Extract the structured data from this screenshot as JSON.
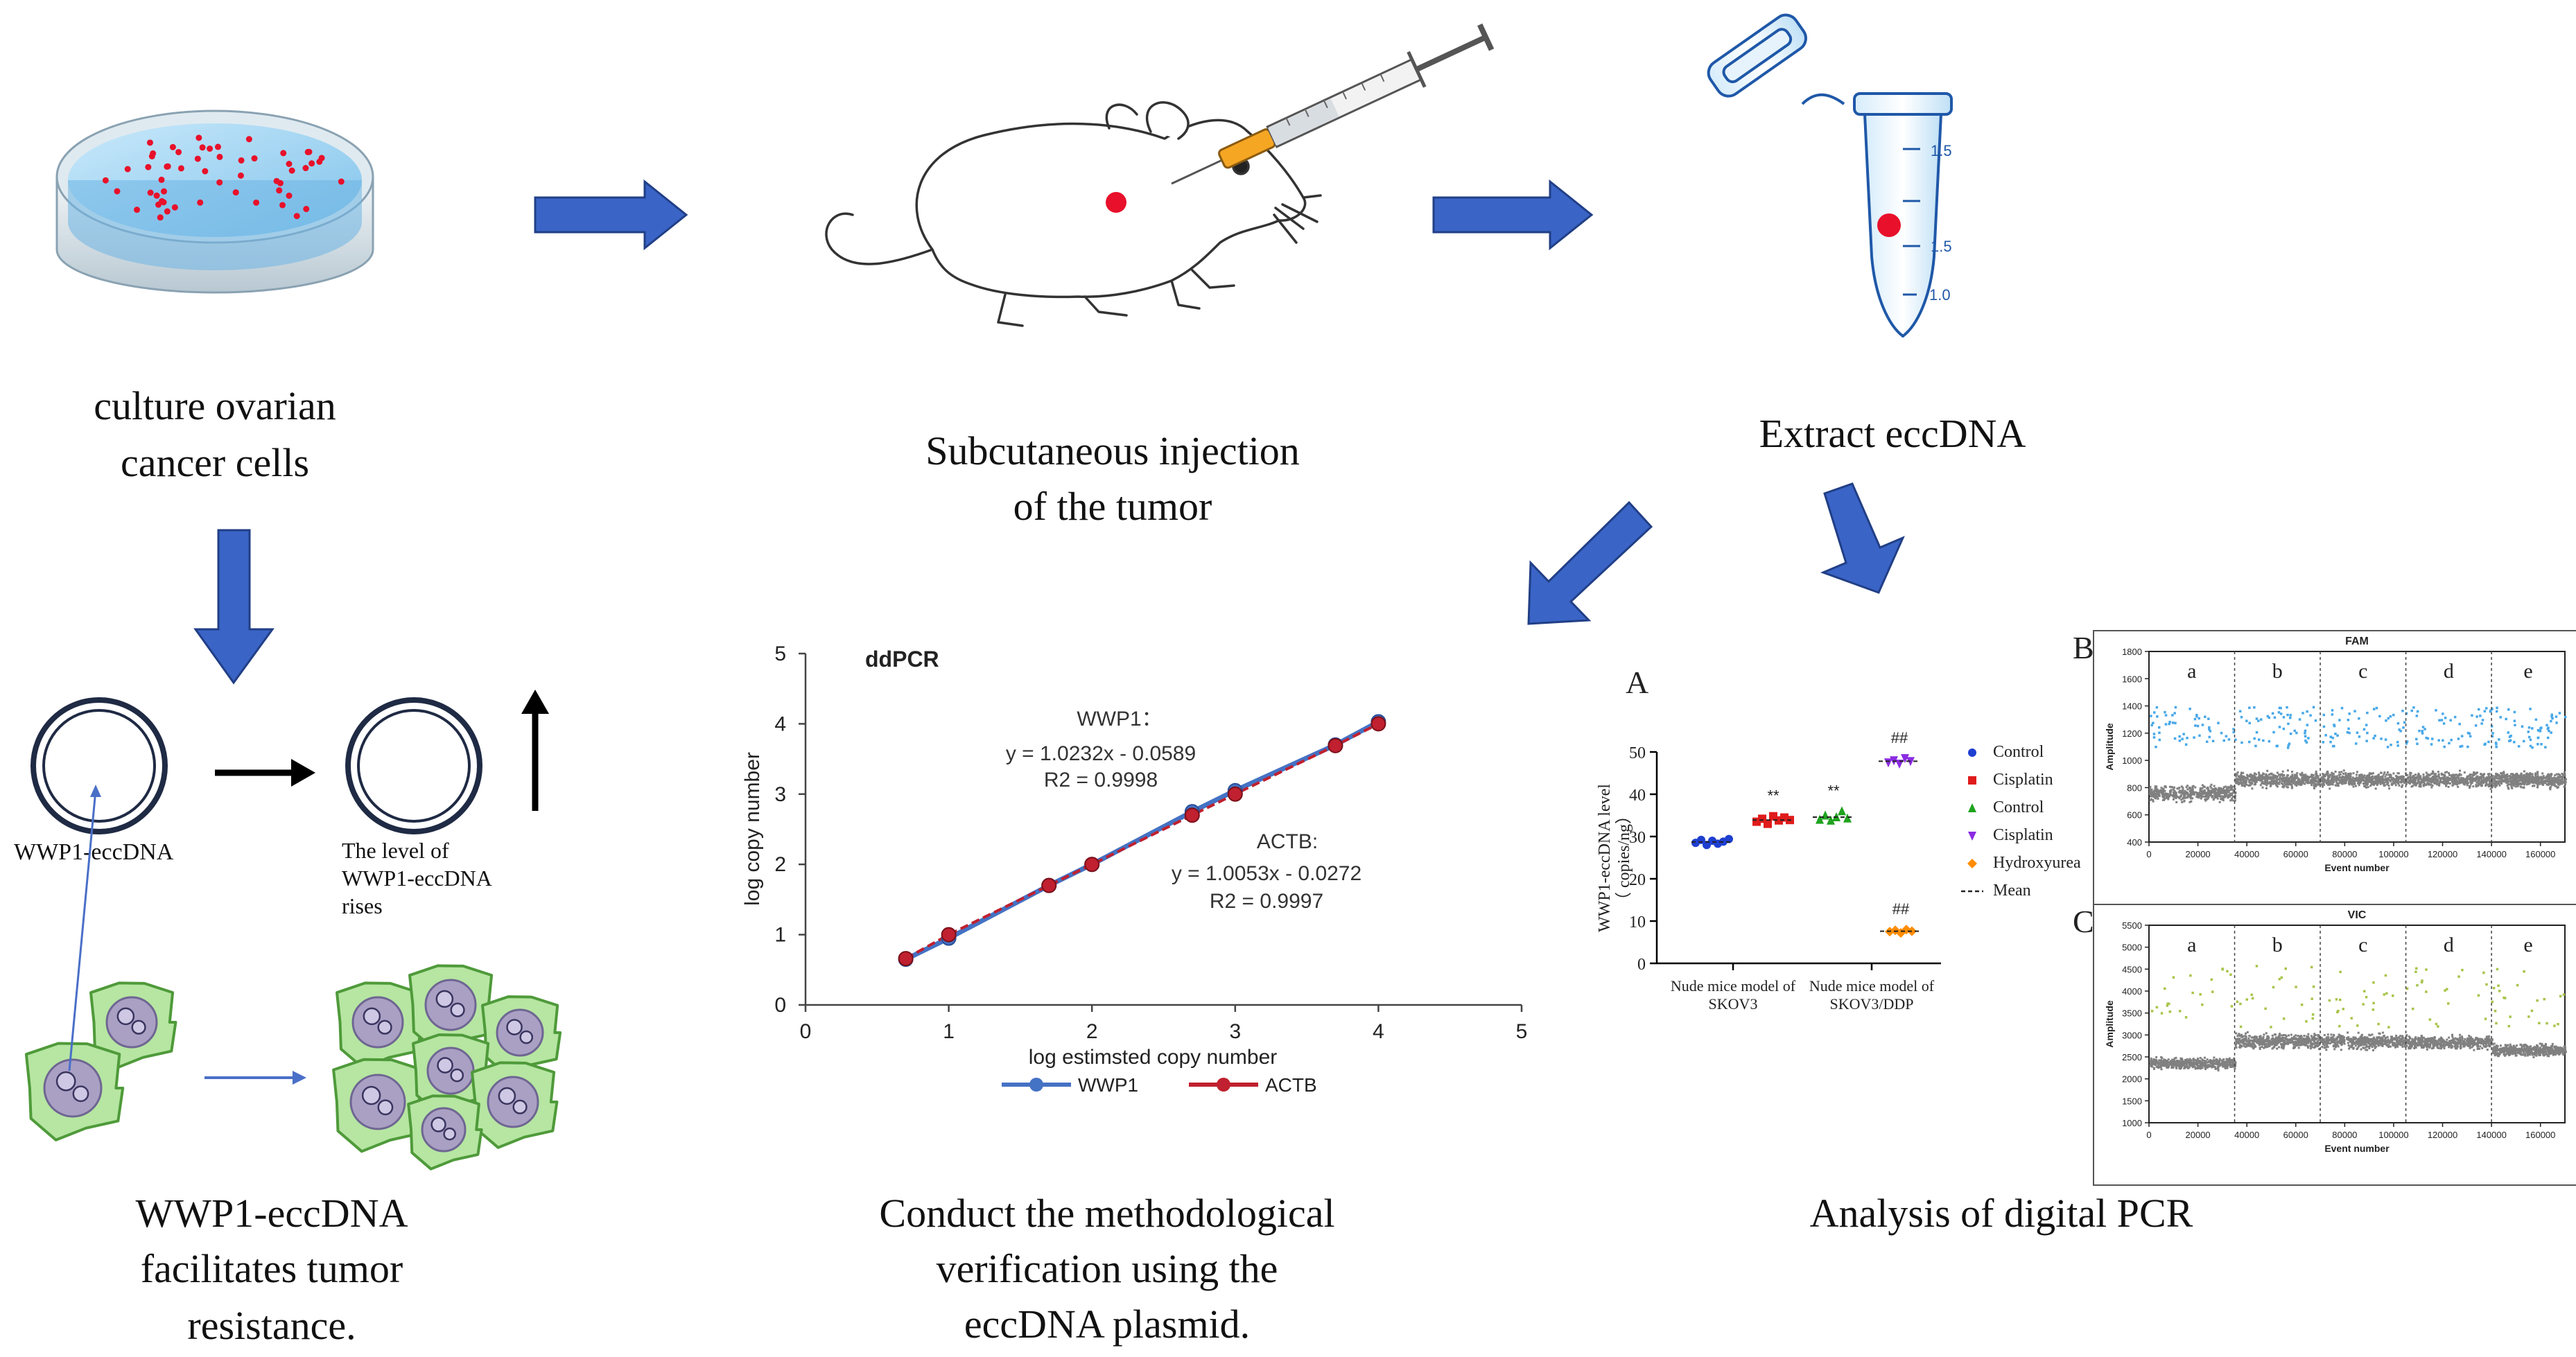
{
  "workflow": {
    "culture_label": [
      "culture ovarian",
      "cancer cells"
    ],
    "injection_label": [
      "Subcutaneous injection",
      "of the tumor"
    ],
    "extract_label": "Extract eccDNA",
    "resistance_label": [
      "WWP1-eccDNA",
      "facilitates tumor",
      "resistance."
    ],
    "verification_label": [
      "Conduct the methodological",
      "verification using the",
      "eccDNA plasmid."
    ],
    "dpcr_label": "Analysis of digital PCR"
  },
  "mechanism": {
    "circle_label": "WWP1-eccDNA",
    "level_text": [
      "The level of",
      "WWP1-eccDNA",
      "rises"
    ]
  },
  "tube": {
    "marks": [
      "1.5",
      "1.5",
      "1.0"
    ]
  },
  "colors": {
    "arrow_fill": "#3a64c6",
    "arrow_stroke": "#213f86",
    "dish_liquid": "#9fd4f2",
    "red_dot": "#e8102a",
    "cell_green": "#b6e6a2",
    "wwp1_blue": "#4472c4",
    "actb_red": "#c0202f",
    "fam_blue": "#48a8e8",
    "vic_green": "#a8c44a",
    "cloud_gray": "#808080"
  },
  "chart_data": [
    {
      "type": "line",
      "title": "ddPCR",
      "xlabel": "log estimsted copy number",
      "ylabel": "log copy number",
      "xlim": [
        0,
        5
      ],
      "ylim": [
        0,
        5
      ],
      "xticks": [
        "0",
        "1",
        "2",
        "3",
        "4",
        "5"
      ],
      "yticks": [
        "0",
        "1",
        "2",
        "3",
        "4",
        "5"
      ],
      "series": [
        {
          "name": "WWP1",
          "x": [
            0.7,
            1.0,
            1.7,
            2.0,
            2.7,
            3.0,
            3.7,
            4.0
          ],
          "y": [
            0.65,
            0.95,
            1.7,
            2.0,
            2.75,
            3.05,
            3.7,
            4.03
          ]
        },
        {
          "name": "ACTB",
          "x": [
            0.7,
            1.0,
            1.7,
            2.0,
            2.7,
            3.0,
            3.7,
            4.0
          ],
          "y": [
            0.66,
            1.0,
            1.7,
            2.0,
            2.7,
            3.0,
            3.69,
            4.0
          ]
        }
      ],
      "annotations": [
        {
          "label": "WWP1：",
          "lines": [
            "y = 1.0232x - 0.0589",
            "R2 = 0.9998"
          ]
        },
        {
          "label": "ACTB:",
          "lines": [
            "y = 1.0053x - 0.0272",
            "R2 = 0.9997"
          ]
        }
      ],
      "legend_position": "bottom"
    },
    {
      "type": "scatter",
      "panel": "A",
      "ylabel": "WWP1-eccDNA level\n（ copies/ng）",
      "ylim": [
        0,
        50
      ],
      "yticks": [
        "0",
        "10",
        "20",
        "30",
        "40",
        "50"
      ],
      "groups": [
        "Nude mice model of\nSKOV3",
        "Nude mice model of\nSKOV3/DDP"
      ],
      "legend": [
        "Control",
        "Cisplatin",
        "Control",
        "Cisplatin",
        "Hydroxyurea",
        "Mean"
      ],
      "series": [
        {
          "name": "Control",
          "group": 0,
          "color": "#1f3fd0",
          "marker": "circle",
          "values": [
            28.5,
            29.2,
            28.0,
            29.0,
            28.3,
            28.8,
            29.4
          ],
          "mean": 28.7
        },
        {
          "name": "Cisplatin",
          "group": 0,
          "color": "#e01b1b",
          "marker": "square",
          "values": [
            33.5,
            34.2,
            33.0,
            34.8,
            33.8,
            34.5,
            33.9
          ],
          "mean": 33.9,
          "sig": "**"
        },
        {
          "name": "Control",
          "group": 1,
          "color": "#1fa31f",
          "marker": "triangle",
          "values": [
            34.0,
            35.0,
            33.8,
            34.6,
            36.0,
            34.3
          ],
          "mean": 34.6,
          "sig": "**"
        },
        {
          "name": "Cisplatin",
          "group": 1,
          "color": "#8a2be2",
          "marker": "triangle-down",
          "values": [
            47.5,
            48.0,
            47.2,
            48.5,
            47.8
          ],
          "mean": 47.8,
          "sig": "##"
        },
        {
          "name": "Hydroxyurea",
          "group": 1,
          "color": "#ff8c00",
          "marker": "diamond",
          "values": [
            7.5,
            7.8,
            7.2,
            8.0,
            7.6
          ],
          "mean": 7.6,
          "sig": "##"
        }
      ]
    },
    {
      "type": "scatter",
      "panel": "B",
      "title": "FAM",
      "ylabel": "Amplitude",
      "xlabel": "Event number",
      "ylim": [
        400,
        1800
      ],
      "yticks": [
        "400",
        "600",
        "800",
        "1000",
        "1200",
        "1400",
        "1600",
        "1800"
      ],
      "xlim": [
        0,
        170000
      ],
      "xticks": [
        "0",
        "20000",
        "40000",
        "60000",
        "80000",
        "100000",
        "120000",
        "140000",
        "160000"
      ],
      "wells": [
        "a",
        "b",
        "c",
        "d",
        "e"
      ],
      "well_bounds": [
        0,
        35000,
        70000,
        105000,
        140000,
        170000
      ],
      "negative_bands": [
        [
          690,
          840
        ],
        [
          790,
          940
        ],
        [
          790,
          940
        ],
        [
          790,
          940
        ],
        [
          790,
          940
        ]
      ],
      "positive_range": [
        1100,
        1400
      ],
      "positive_color": "#48a8e8"
    },
    {
      "type": "scatter",
      "panel": "C",
      "title": "VIC",
      "ylabel": "Amplitude",
      "xlabel": "Event number",
      "ylim": [
        1000,
        5500
      ],
      "yticks": [
        "1000",
        "1500",
        "2000",
        "2500",
        "3000",
        "3500",
        "4000",
        "4500",
        "5000",
        "5500"
      ],
      "xlim": [
        0,
        170000
      ],
      "xticks": [
        "0",
        "20000",
        "40000",
        "60000",
        "80000",
        "100000",
        "120000",
        "140000",
        "160000"
      ],
      "wells": [
        "a",
        "b",
        "c",
        "d",
        "e"
      ],
      "well_bounds": [
        0,
        35000,
        70000,
        105000,
        140000,
        170000
      ],
      "negative_bands": [
        [
          2200,
          2550
        ],
        [
          2650,
          3100
        ],
        [
          2650,
          3100
        ],
        [
          2650,
          3050
        ],
        [
          2500,
          2850
        ]
      ],
      "positive_range": [
        3200,
        4600
      ],
      "positive_color": "#a8c44a"
    }
  ]
}
